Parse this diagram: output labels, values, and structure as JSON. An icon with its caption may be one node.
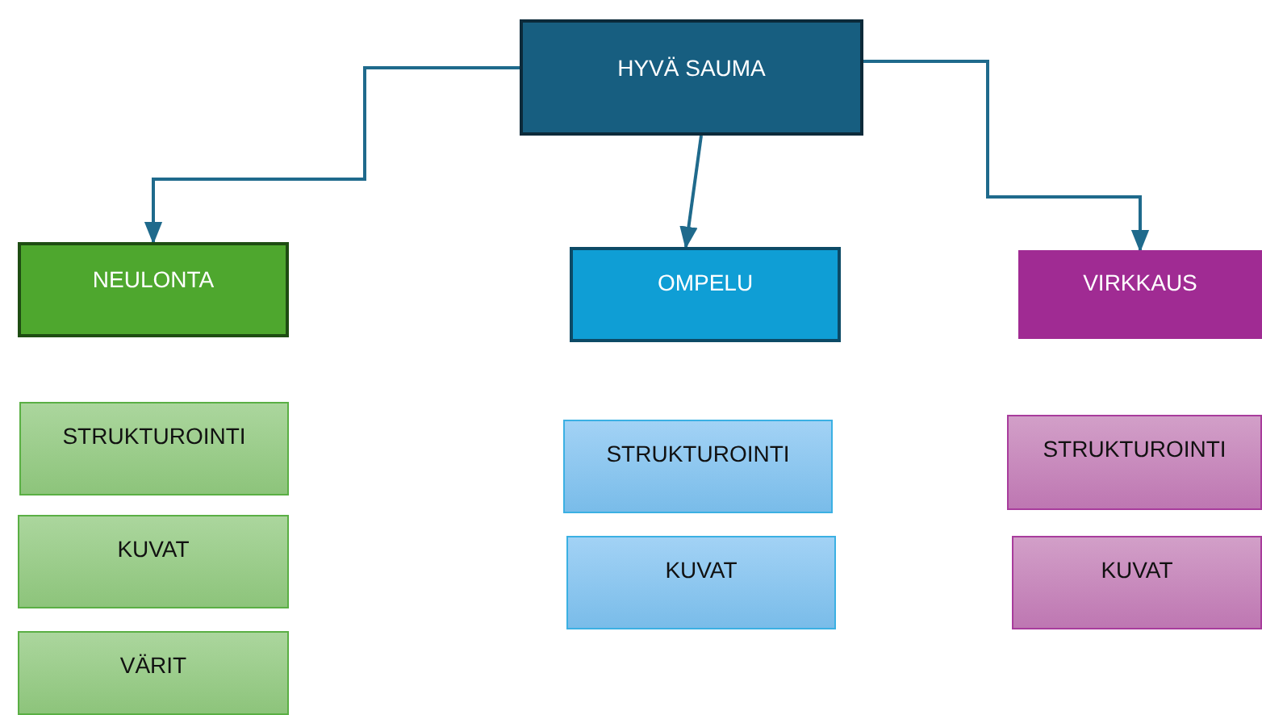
{
  "diagram": {
    "nodes": [
      {
        "text": [
          "HYVÄ SAUMA"
        ]
      },
      {
        "text": [
          "NEULONTA"
        ]
      },
      {
        "text": [
          "OMPELU"
        ]
      },
      {
        "text": [
          "VIRKKAUS"
        ]
      },
      {
        "text": [
          "STRUKTUROINTI"
        ]
      },
      {
        "text": [
          "KUVAT"
        ]
      },
      {
        "text": [
          "VÄRIT"
        ]
      },
      {
        "text": [
          "STRUKTUROINTI"
        ]
      },
      {
        "text": [
          "KUVAT"
        ]
      },
      {
        "text": [
          "STRUKTUROINTI"
        ]
      },
      {
        "text": [
          "KUVAT"
        ]
      }
    ],
    "edges": [
      {
        "from": 0,
        "to": 1,
        "arrow": "to"
      },
      {
        "from": 0,
        "to": 2,
        "arrow": "to"
      },
      {
        "from": 0,
        "to": 3,
        "arrow": "to"
      }
    ]
  }
}
